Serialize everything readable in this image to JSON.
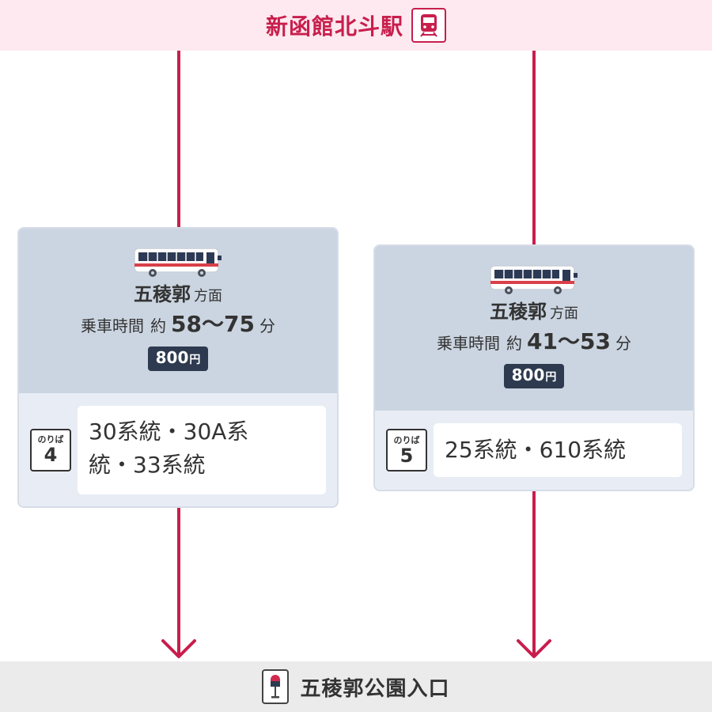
{
  "origin": {
    "name": "新函館北斗駅",
    "icon": "train-icon"
  },
  "destination": {
    "name": "五稜郭公園入口",
    "icon": "bus-stop-icon"
  },
  "colors": {
    "accent": "#c81e4d",
    "card": "#cbd5e1",
    "fare_badge": "#2d3a4f"
  },
  "routes": [
    {
      "direction": "五稜郭",
      "direction_suffix": "方面",
      "time_label": "乗車時間",
      "time_about": "約",
      "time_range": "58〜75",
      "time_unit": "分",
      "fare_amount": "800",
      "fare_unit": "円",
      "platform_label": "のりば",
      "platform_number": "4",
      "lines_line1": "30系統・30A系",
      "lines_line2": "統・33系統"
    },
    {
      "direction": "五稜郭",
      "direction_suffix": "方面",
      "time_label": "乗車時間",
      "time_about": "約",
      "time_range": "41〜53",
      "time_unit": "分",
      "fare_amount": "800",
      "fare_unit": "円",
      "platform_label": "のりば",
      "platform_number": "5",
      "lines_line1": "25系統・610系統"
    }
  ]
}
